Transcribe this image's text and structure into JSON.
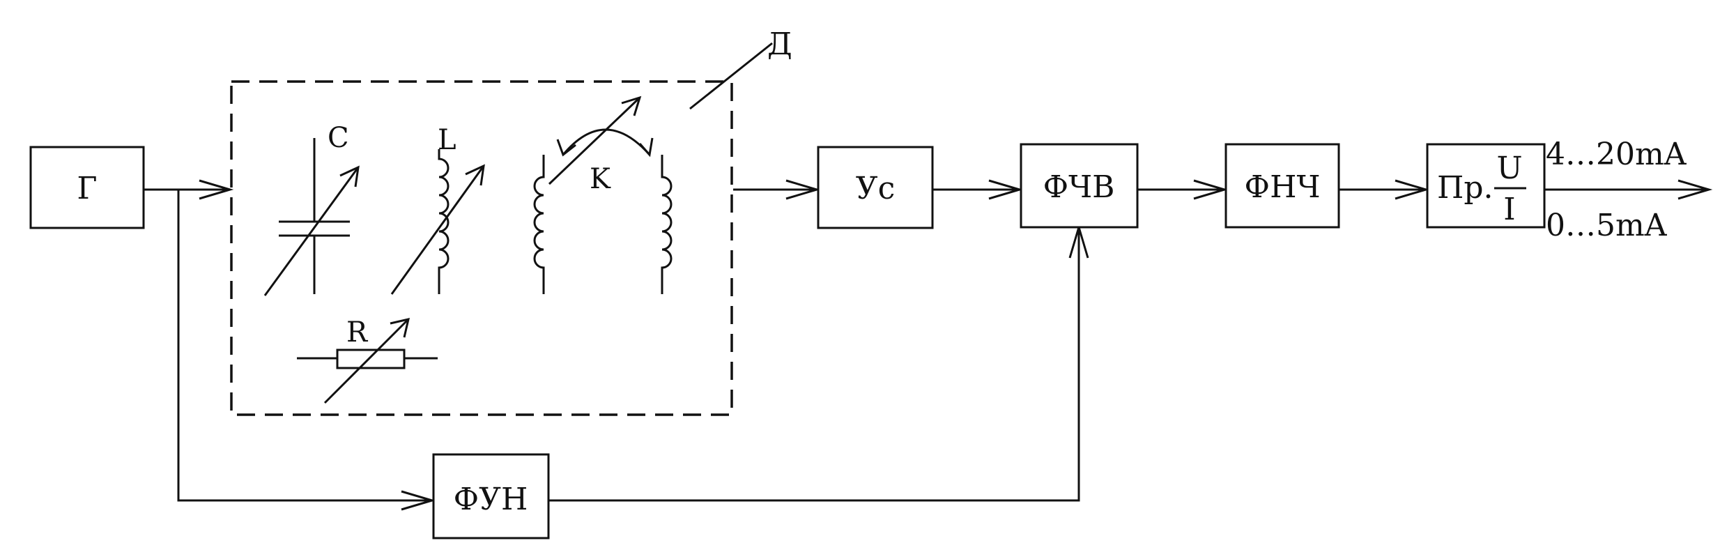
{
  "blocks": {
    "generator": "Г",
    "amplifier": "Ус",
    "phase_detector": "ФЧВ",
    "lowpass_filter": "ФНЧ",
    "reference_former": "ФУН",
    "converter_prefix": "Пр.",
    "converter_numerator": "U",
    "converter_denominator": "I"
  },
  "sensor_label": "Д",
  "components": {
    "capacitor": "C",
    "inductor": "L",
    "coupling": "K",
    "resistor": "R"
  },
  "outputs": {
    "current_range_1": "4…20mA",
    "current_range_2": "0…5mA"
  }
}
